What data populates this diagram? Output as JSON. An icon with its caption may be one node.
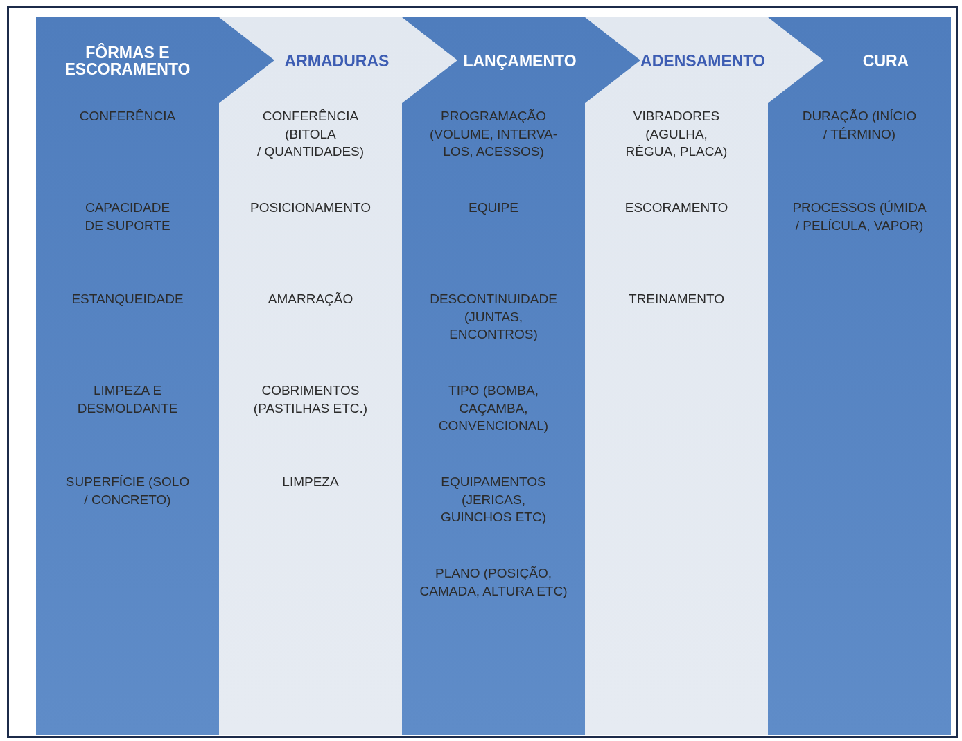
{
  "diagram": {
    "nodes": [
      {
        "text": [
          "FÔRMAS E ESCORAMENTO"
        ]
      },
      {
        "text": [
          "CONFERÊNCIA"
        ],
        "in": 0
      },
      {
        "text": [
          "CAPACIDADE DE SUPORTE"
        ],
        "in": 0
      },
      {
        "text": [
          "ESTANQUEIDADE"
        ],
        "in": 0
      },
      {
        "text": [
          "LIMPEZA E DESMOLDANTE"
        ],
        "in": 0
      },
      {
        "text": [
          "SUPERFÍCIE (SOLO / CONCRETO)"
        ],
        "in": 0
      },
      {
        "text": [
          "ARMADURAS"
        ]
      },
      {
        "text": [
          "CONFERÊNCIA (BITOLA / QUANTIDADES)"
        ],
        "in": 6
      },
      {
        "text": [
          "POSICIONAMENTO"
        ],
        "in": 6
      },
      {
        "text": [
          "AMARRAÇÃO"
        ],
        "in": 6
      },
      {
        "text": [
          "COBRIMENTOS (PASTILHAS ETC.)"
        ],
        "in": 6
      },
      {
        "text": [
          "LIMPEZA"
        ],
        "in": 6
      },
      {
        "text": [
          "LANÇAMENTO"
        ]
      },
      {
        "text": [
          "PROGRAMAÇÃO (VOLUME, INTERVA- LOS, ACESSOS)"
        ],
        "in": 12
      },
      {
        "text": [
          "EQUIPE"
        ],
        "in": 12
      },
      {
        "text": [
          "DESCONTINUIDADE (JUNTAS, ENCONTROS)"
        ],
        "in": 12
      },
      {
        "text": [
          "TIPO (BOMBA, CAÇAMBA, CONVENCIONAL)"
        ],
        "in": 12
      },
      {
        "text": [
          "EQUIPAMENTOS (JERICAS, GUINCHOS ETC)"
        ],
        "in": 12
      },
      {
        "text": [
          "PLANO (POSIÇÃO, CAMADA, ALTURA ETC)"
        ],
        "in": 12
      },
      {
        "text": [
          "ADENSAMENTO"
        ]
      },
      {
        "text": [
          "VIBRADORES (AGULHA, RÉGUA, PLACA)"
        ],
        "in": 19
      },
      {
        "text": [
          "ESCORAMENTO"
        ],
        "in": 19
      },
      {
        "text": [
          "TREINAMENTO"
        ],
        "in": 19
      },
      {
        "text": [
          "CURA"
        ]
      },
      {
        "text": [
          "DURAÇÃO (INÍCIO / TÉRMINO)"
        ],
        "in": 23
      },
      {
        "text": [
          "PROCESSOS (ÚMIDA / PELÍCULA, VAPOR)"
        ],
        "in": 23
      }
    ]
  }
}
